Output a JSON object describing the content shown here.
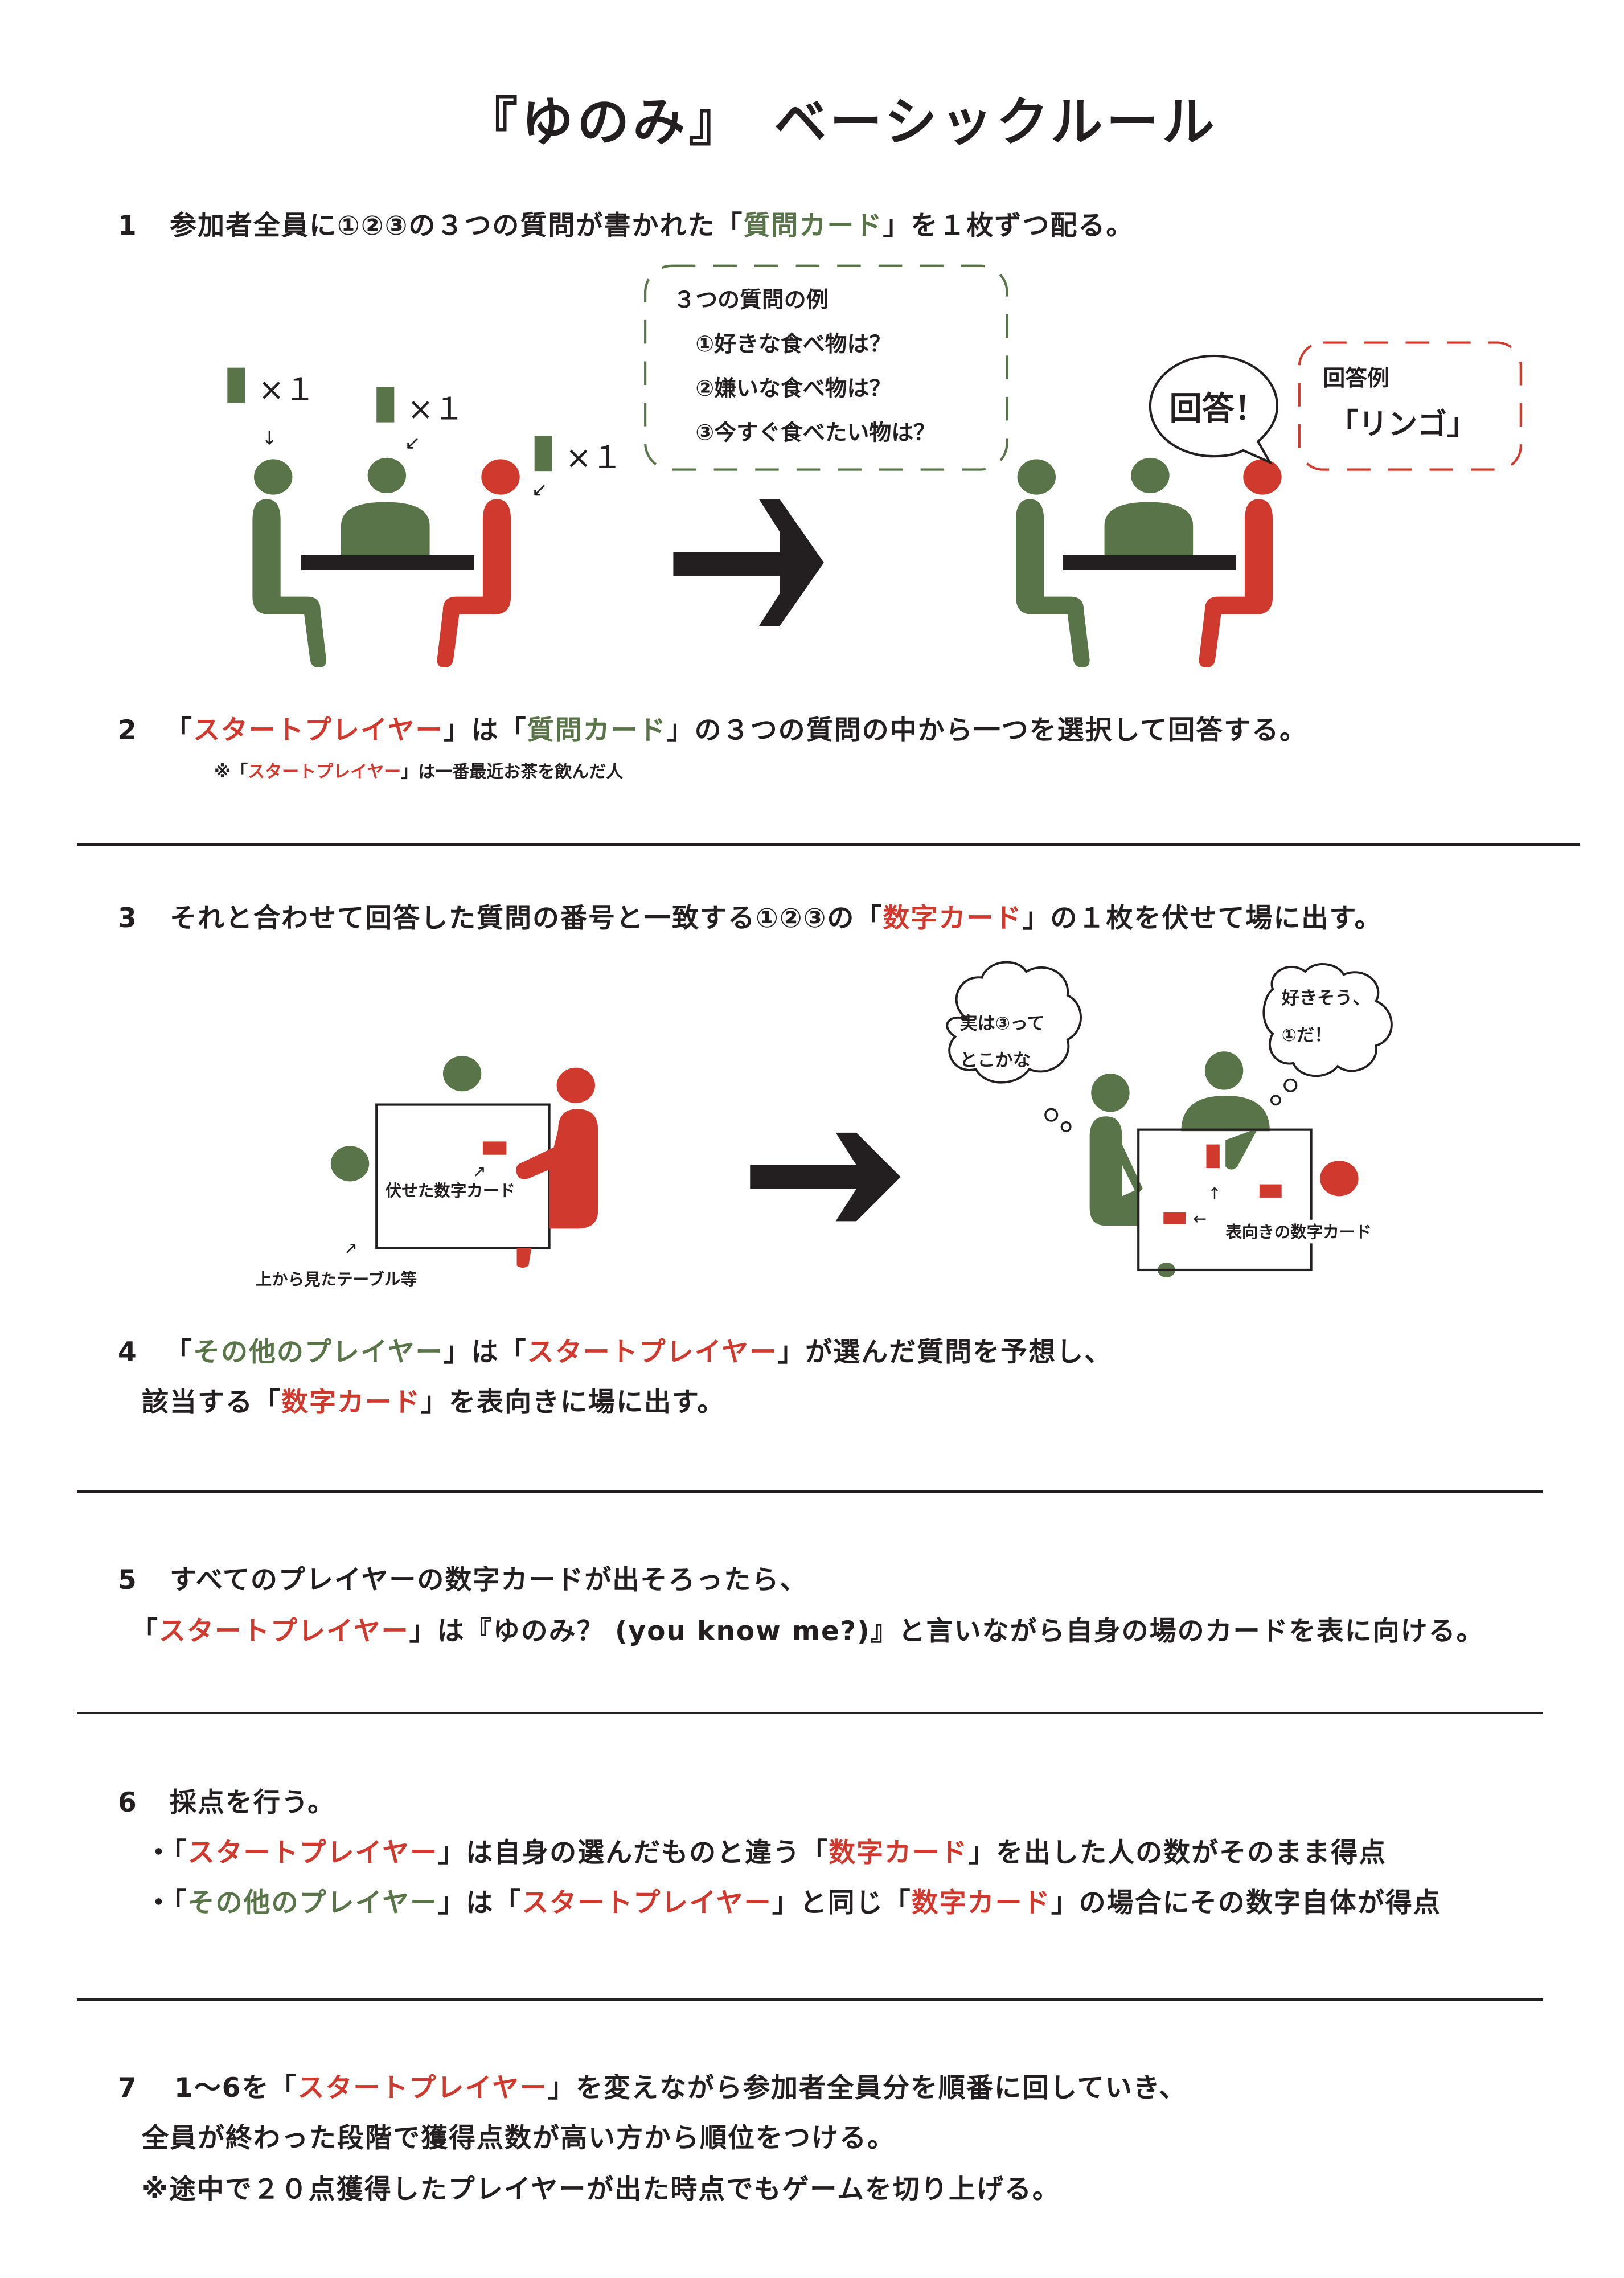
{
  "title": "『ゆのみ』　ベーシックルール",
  "colors": {
    "green": "#5a7449",
    "red": "#d0392d",
    "black": "#231f20"
  },
  "sections": [
    {
      "num": "1",
      "lines": [
        [
          {
            "t": "参加者全員に①②③の３つの質問が書かれた「"
          },
          {
            "t": "質問カード",
            "c": "green"
          },
          {
            "t": "」を１枚ずつ配る。"
          }
        ]
      ]
    },
    {
      "num": "2",
      "lines": [
        [
          {
            "t": "「"
          },
          {
            "t": "スタートプレイヤー",
            "c": "red"
          },
          {
            "t": "」は「"
          },
          {
            "t": "質問カード",
            "c": "green"
          },
          {
            "t": "」の３つの質問の中から一つを選択して回答する。"
          }
        ]
      ],
      "note": [
        {
          "t": "※「"
        },
        {
          "t": "スタートプレイヤー",
          "c": "red"
        },
        {
          "t": "」は一番最近お茶を飲んだ人"
        }
      ]
    },
    {
      "num": "3",
      "lines": [
        [
          {
            "t": "それと合わせて回答した質問の番号と一致する①②③の「"
          },
          {
            "t": "数字カード",
            "c": "red"
          },
          {
            "t": "」の１枚を伏せて場に出す。"
          }
        ]
      ]
    },
    {
      "num": "4",
      "lines": [
        [
          {
            "t": "「"
          },
          {
            "t": "その他のプレイヤー",
            "c": "green"
          },
          {
            "t": "」は「"
          },
          {
            "t": "スタートプレイヤー",
            "c": "red"
          },
          {
            "t": "」が選んだ質問を予想し、"
          }
        ],
        [
          {
            "t": "該当する「"
          },
          {
            "t": "数字カード",
            "c": "red"
          },
          {
            "t": "」を表向きに場に出す。"
          }
        ]
      ]
    },
    {
      "num": "5",
      "lines": [
        [
          {
            "t": "すべてのプレイヤーの数字カードが出そろったら、"
          }
        ],
        [
          {
            "t": "「"
          },
          {
            "t": "スタートプレイヤー",
            "c": "red"
          },
          {
            "t": "」は『ゆのみ？ (you know me?)』と言いながら自身の場のカードを表に向ける。"
          }
        ]
      ]
    },
    {
      "num": "6",
      "lines": [
        [
          {
            "t": "採点を行う。"
          }
        ],
        [
          {
            "t": "・「"
          },
          {
            "t": "スタートプレイヤー",
            "c": "red"
          },
          {
            "t": "」は自身の選んだものと違う「"
          },
          {
            "t": "数字カード",
            "c": "red"
          },
          {
            "t": "」を出した人の数がそのまま得点"
          }
        ],
        [
          {
            "t": "・「"
          },
          {
            "t": "その他のプレイヤー",
            "c": "green"
          },
          {
            "t": "」は「"
          },
          {
            "t": "スタートプレイヤー",
            "c": "red"
          },
          {
            "t": "」と同じ「"
          },
          {
            "t": "数字カード",
            "c": "red"
          },
          {
            "t": "」の場合にその数字自体が得点"
          }
        ]
      ]
    },
    {
      "num": "7",
      "lines": [
        [
          {
            "t": "1～6を「"
          },
          {
            "t": "スタートプレイヤー",
            "c": "red"
          },
          {
            "t": "」を変えながら参加者全員分を順番に回していき、"
          }
        ],
        [
          {
            "t": "全員が終わった段階で獲得点数が高い方から順位をつける。"
          }
        ],
        [
          {
            "t": "※途中で２０点獲得したプレイヤーが出た時点でもゲームを切り上げる。"
          }
        ]
      ]
    }
  ],
  "figure1": {
    "card_count": "×１",
    "examples_title": "３つの質問の例",
    "examples": [
      "①好きな食べ物は？",
      "②嫌いな食べ物は？",
      "③今すぐ食べたい物は？"
    ],
    "answer_bubble": "回答！",
    "answer_example_label": "回答例",
    "answer_example": "「リンゴ」"
  },
  "figure3": {
    "facedown_label": "伏せた数字カード",
    "table_label": "上から見たテーブル等",
    "thought_left": [
      "実は③って",
      "とこかな"
    ],
    "thought_right": [
      "好きそう、",
      "①だ！"
    ],
    "faceup_label": "表向きの数字カード"
  }
}
